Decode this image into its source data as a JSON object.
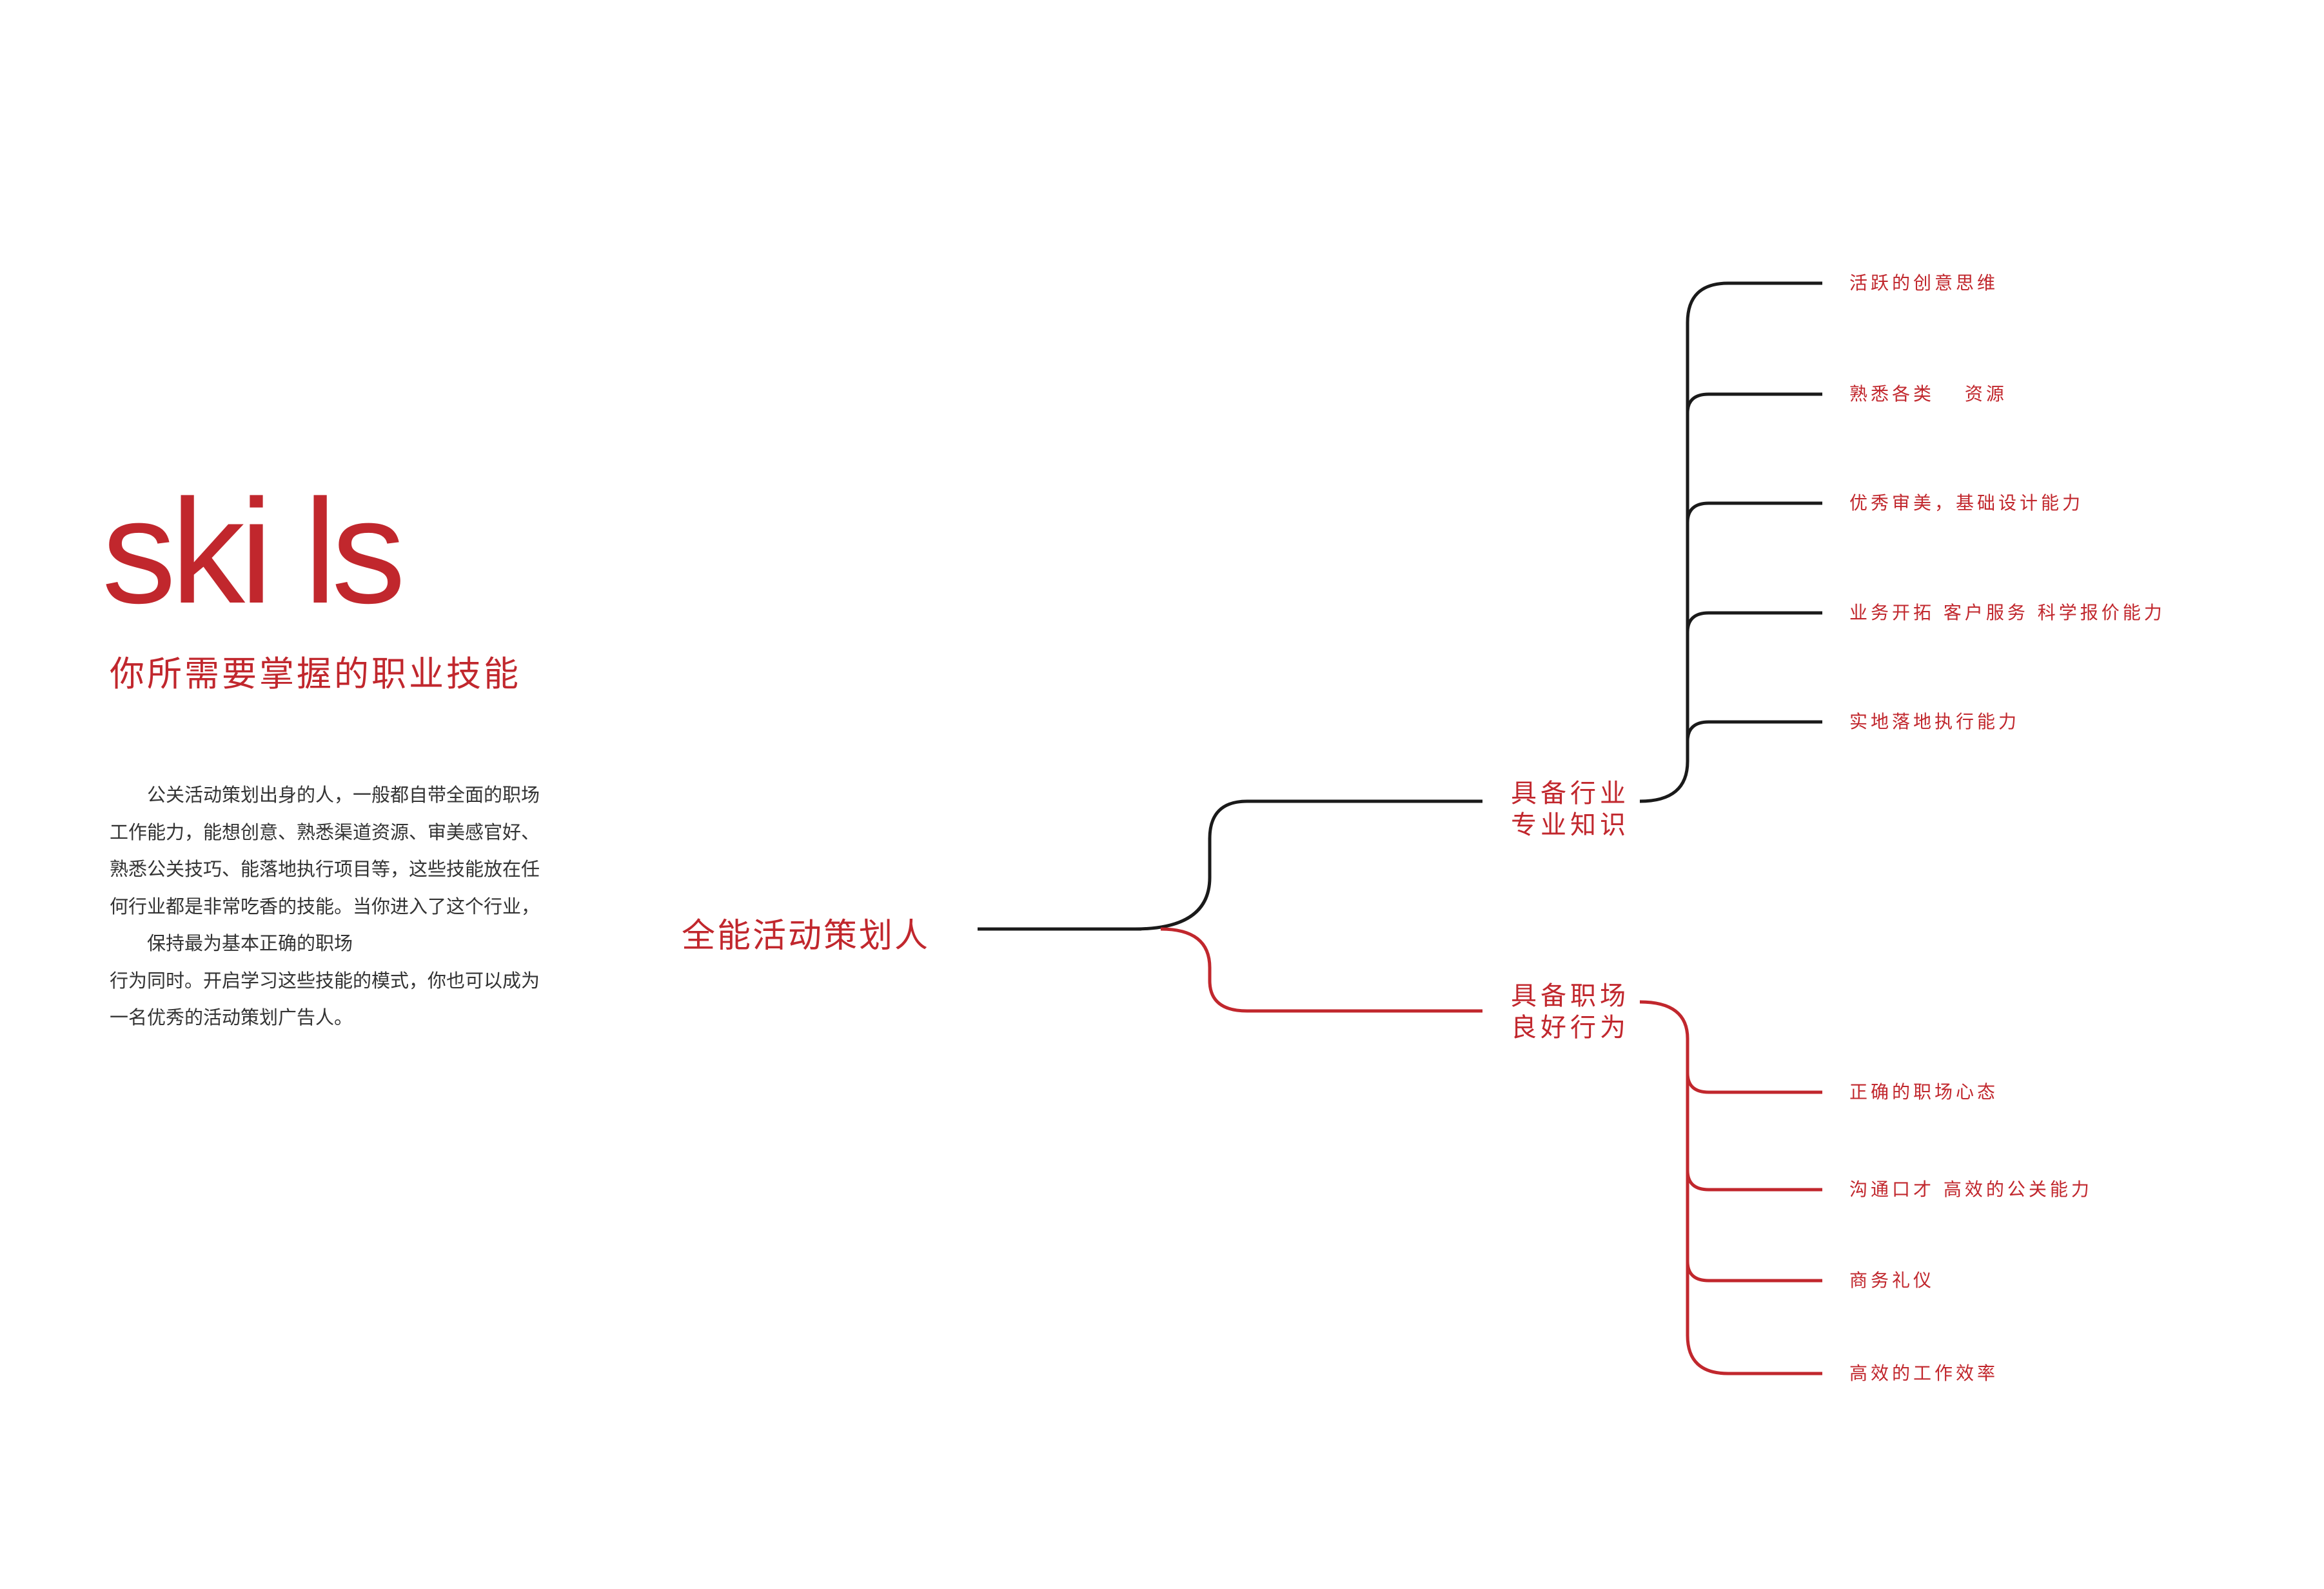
{
  "title": "ski ls",
  "subtitle": "你所需要掌握的职业技能",
  "paragraph": [
    "　　公关活动策划出身的人，一般都自带全面的职场",
    "工作能力，能想创意、熟悉渠道资源、审美感官好、",
    "熟悉公关技巧、能落地执行项目等，这些技能放在任",
    "何行业都是非常吃香的技能。当你进入了这个行业，",
    "　　保持最为基本正确的职场",
    "行为同时。开启学习这些技能的模式，你也可以成为",
    "一名优秀的活动策划广告人。"
  ],
  "mindmap": {
    "root": "全能活动策划人",
    "branches": [
      {
        "label_lines": [
          "具备行业",
          "专业知识"
        ],
        "color": "#1a1a1a",
        "leaves": [
          "活跃的创意思维",
          "熟悉各类　 资源",
          "优秀审美，基础设计能力",
          "业务开拓 客户服务 科学报价能力",
          "实地落地执行能力"
        ]
      },
      {
        "label_lines": [
          "具备职场",
          "良好行为"
        ],
        "color": "#c1272d",
        "leaves": [
          "正确的职场心态",
          "沟通口才 高效的公关能力",
          "商务礼仪",
          "高效的工作效率"
        ]
      }
    ]
  },
  "colors": {
    "accent": "#c1272d",
    "dark": "#1a1a1a"
  }
}
